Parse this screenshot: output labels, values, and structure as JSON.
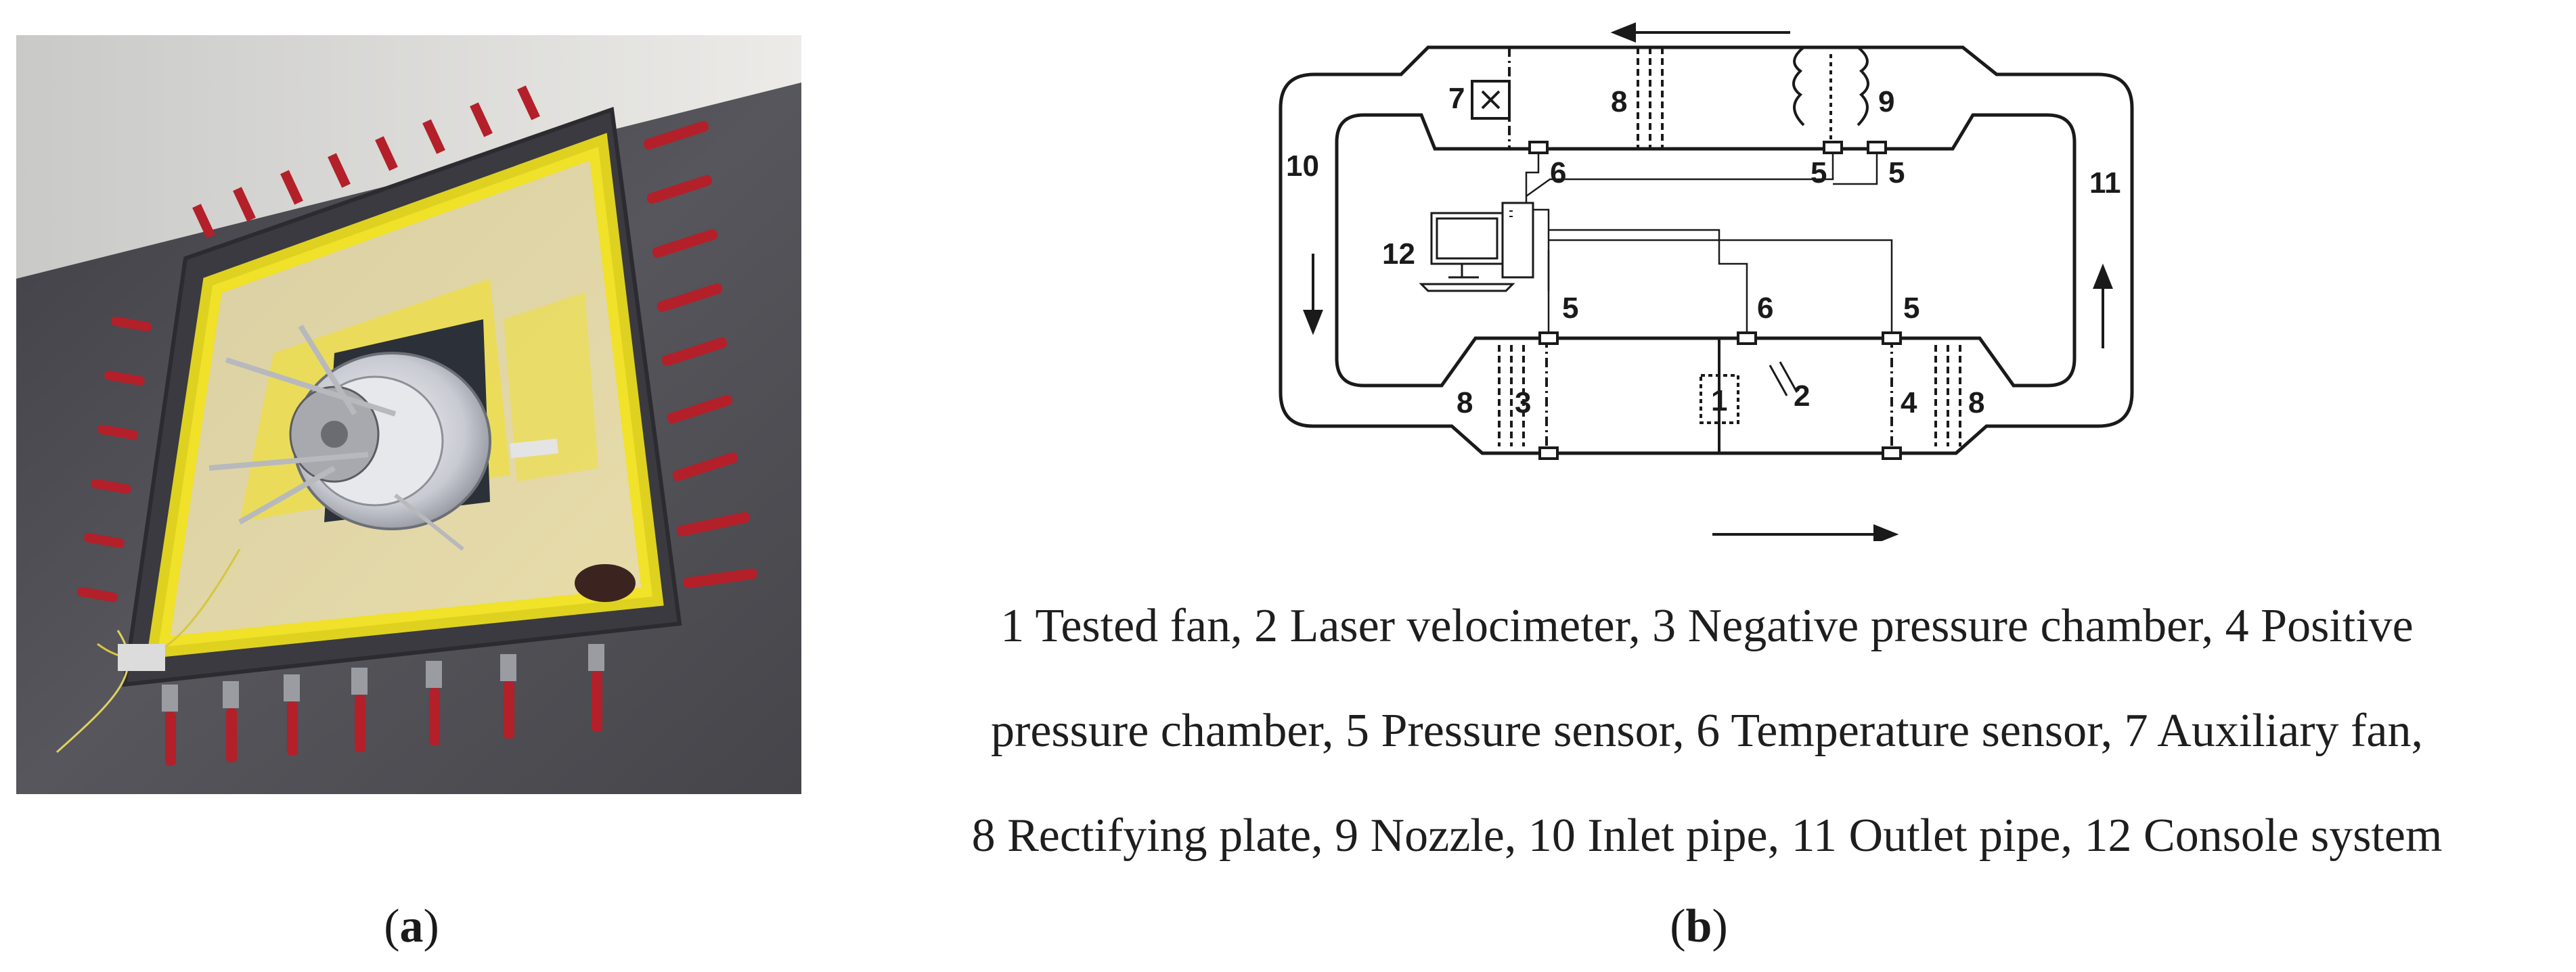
{
  "figure": {
    "panel_a": {
      "label_open": "(",
      "label_letter": "a",
      "label_close": ")"
    },
    "panel_b": {
      "label_open": "(",
      "label_letter": "b",
      "label_close": ")",
      "numbers": {
        "n1": "1",
        "n2": "2",
        "n3": "3",
        "n4": "4",
        "n5a": "5",
        "n5b": "5",
        "n5c": "5",
        "n5d": "5",
        "n6a": "6",
        "n6b": "6",
        "n7": "7",
        "n8a": "8",
        "n8b": "8",
        "n8c": "8",
        "n9": "9",
        "n10": "10",
        "n11": "11",
        "n12": "12"
      },
      "caption_lines": [
        "1 Tested fan, 2 Laser velocimeter, 3 Negative pressure chamber, 4 Positive",
        "pressure chamber, 5 Pressure sensor, 6 Temperature sensor, 7 Auxiliary fan,",
        "8 Rectifying plate, 9 Nozzle, 10 Inlet pipe, 11 Outlet pipe, 12 Console system"
      ]
    },
    "colors": {
      "tape": "#f2e21c",
      "clamp_handle": "#b3202a",
      "wall": "#4a4a4e",
      "ceiling": "#d8d8d6",
      "line": "#1a1a1a"
    }
  }
}
